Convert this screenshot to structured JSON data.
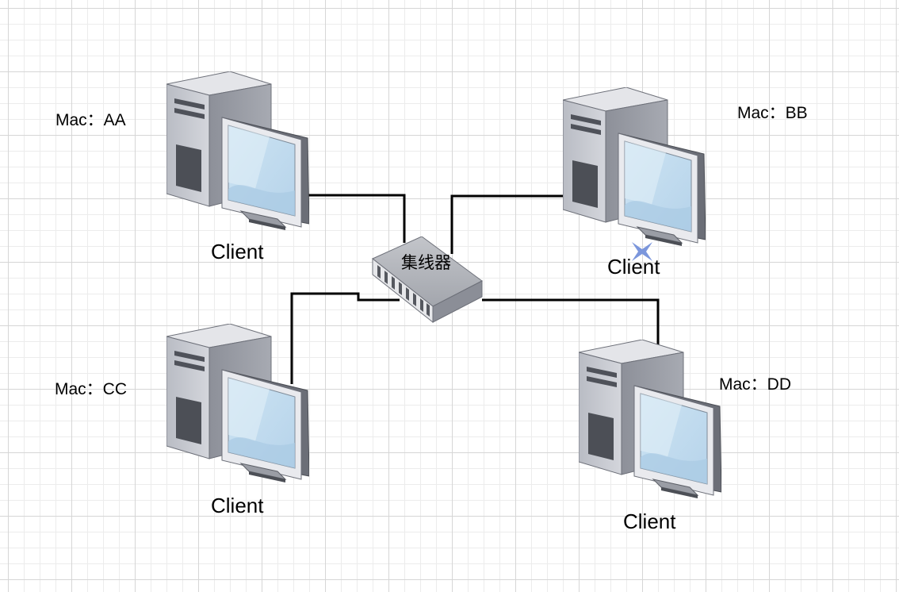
{
  "hub": {
    "label": "集线器"
  },
  "clients": [
    {
      "id": "aa",
      "label": "Client",
      "mac": "Mac：AA"
    },
    {
      "id": "bb",
      "label": "Client",
      "mac": "Mac：BB"
    },
    {
      "id": "cc",
      "label": "Client",
      "mac": "Mac：CC"
    },
    {
      "id": "dd",
      "label": "Client",
      "mac": "Mac：DD"
    }
  ],
  "icons": {
    "computer": "desktop-computer-icon",
    "hub": "network-hub-icon",
    "connection_point": "connection-point-icon"
  },
  "colors": {
    "wire": "#000000",
    "grid_major": "#d6d6d6",
    "grid_minor": "#ececec",
    "connection_point": "#7b96dc"
  }
}
